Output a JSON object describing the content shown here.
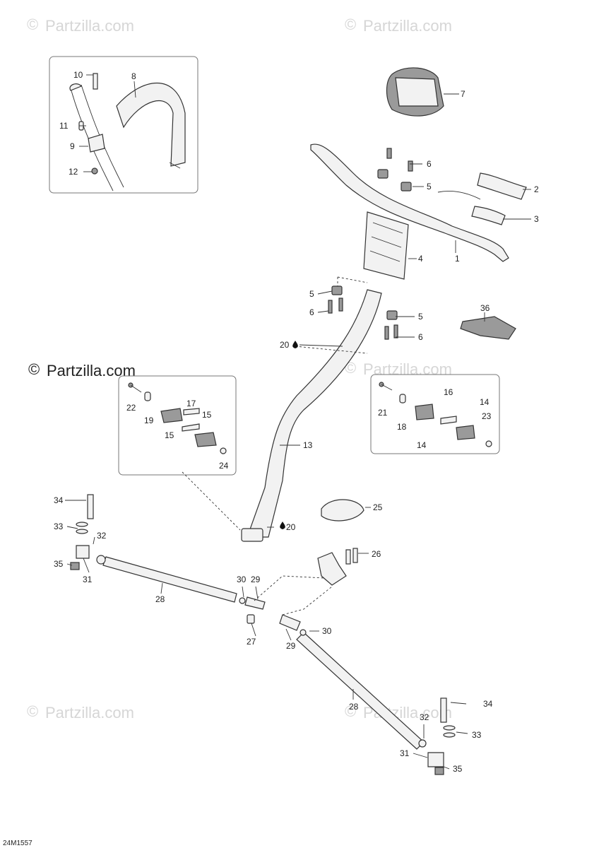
{
  "watermark": {
    "text": "Partzilla.com",
    "copyright_symbol": "©"
  },
  "labels": {
    "p1": "1",
    "p2": "2",
    "p3": "3",
    "p4": "4",
    "p5a": "5",
    "p5b": "5",
    "p5c": "5",
    "p6a": "6",
    "p6b": "6",
    "p6c": "6",
    "p7": "7",
    "p8": "8",
    "p9": "9",
    "p10": "10",
    "p11": "11",
    "p12": "12",
    "p13": "13",
    "p14a": "14",
    "p14b": "14",
    "p15a": "15",
    "p15b": "15",
    "p16": "16",
    "p17": "17",
    "p18": "18",
    "p19": "19",
    "p20a": "20",
    "p20b": "20",
    "p21": "21",
    "p22": "22",
    "p23": "23",
    "p24": "24",
    "p25": "25",
    "p26": "26",
    "p27": "27",
    "p28a": "28",
    "p28b": "28",
    "p29a": "29",
    "p29b": "29",
    "p30a": "30",
    "p30b": "30",
    "p31a": "31",
    "p31b": "31",
    "p32a": "32",
    "p32b": "32",
    "p33a": "33",
    "p33b": "33",
    "p34a": "34",
    "p34b": "34",
    "p35a": "35",
    "p35b": "35",
    "p36": "36"
  },
  "drawing_code": "24M1557"
}
